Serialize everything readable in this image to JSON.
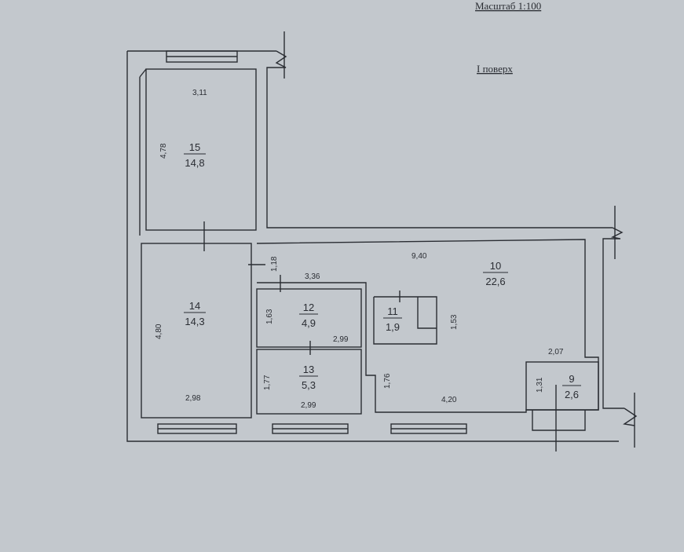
{
  "header": {
    "scale": "Масштаб 1:100",
    "floor": "I поверх"
  },
  "rooms": [
    {
      "number": "15",
      "area": "14,8"
    },
    {
      "number": "14",
      "area": "14,3"
    },
    {
      "number": "10",
      "area": "22,6"
    },
    {
      "number": "12",
      "area": "4,9"
    },
    {
      "number": "11",
      "area": "1,9"
    },
    {
      "number": "13",
      "area": "5,3"
    },
    {
      "number": "9",
      "area": "2,6"
    }
  ],
  "dimensions": [
    "3,11",
    "4,78",
    "9,40",
    "1,18",
    "3,36",
    "4,80",
    "1,63",
    "2,99",
    "1,53",
    "2,07",
    "1,77",
    "1,76",
    "1,31",
    "2,98",
    "2,99",
    "4,20"
  ],
  "colors": {
    "paper": "#bcc1c6",
    "ink": "#2a2d33"
  }
}
